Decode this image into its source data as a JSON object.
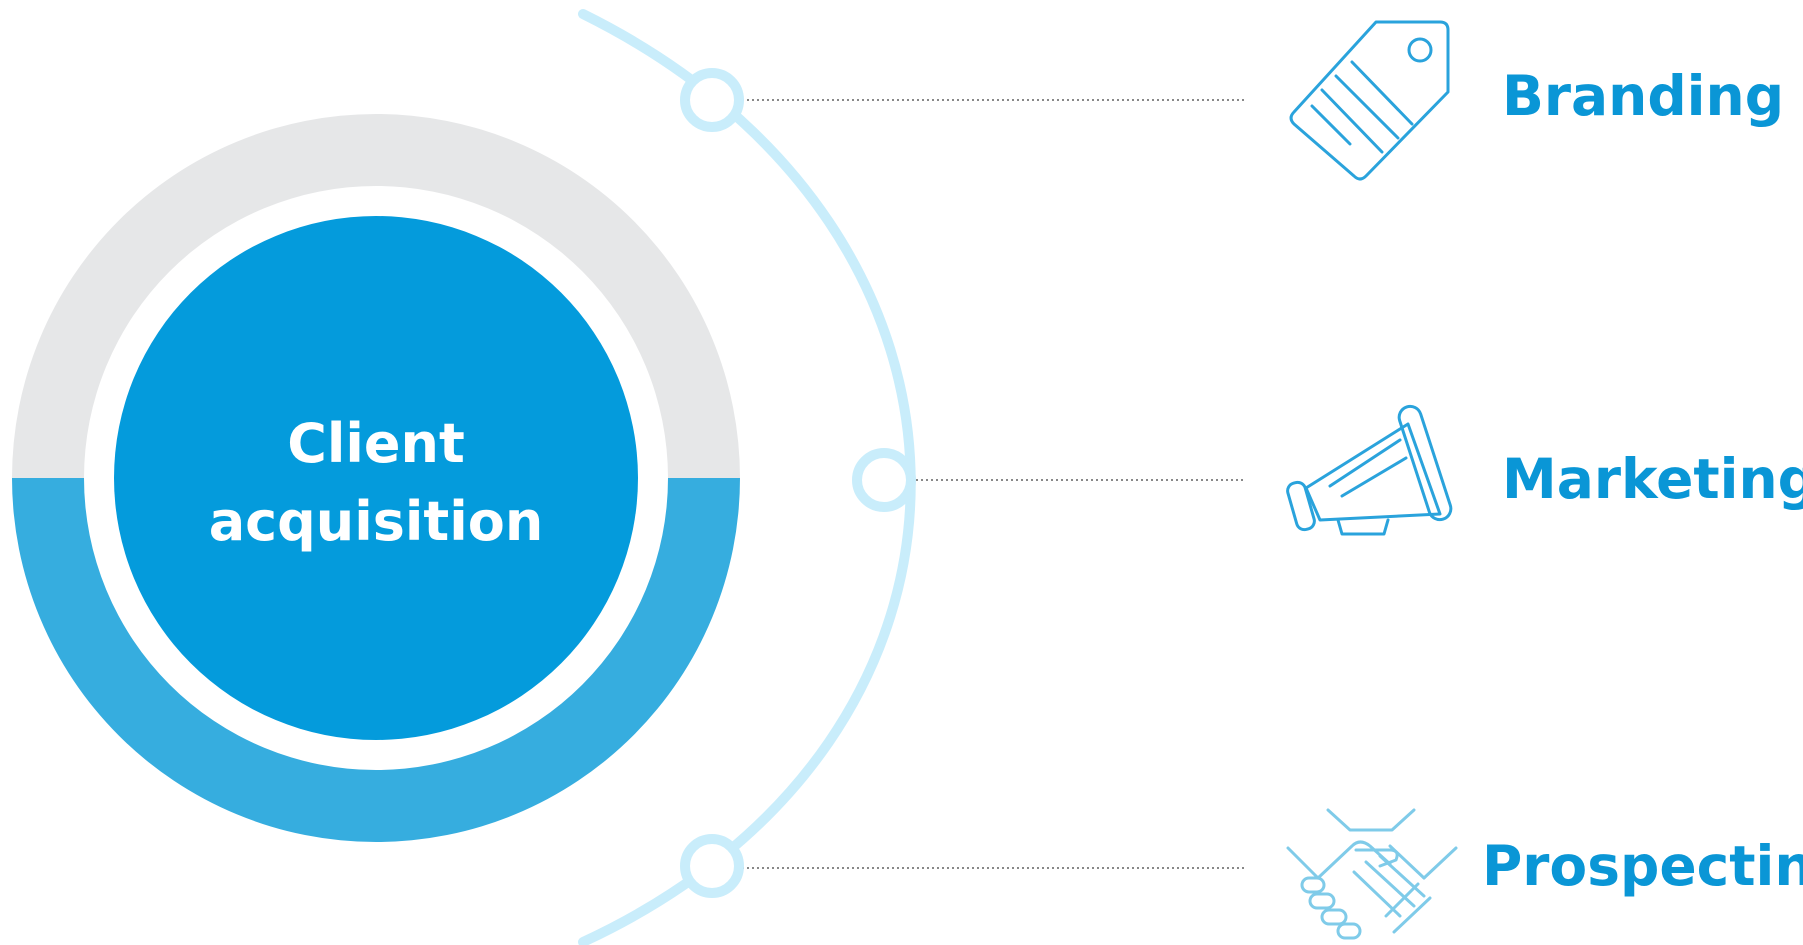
{
  "center": {
    "line1": "Client",
    "line2": "acquisition"
  },
  "items": [
    {
      "label": "Branding",
      "icon": "price-tag-icon"
    },
    {
      "label": "Marketing",
      "icon": "megaphone-icon"
    },
    {
      "label": "Prospecting",
      "icon": "handshake-icon"
    }
  ],
  "colors": {
    "inner_circle": "#049bdc",
    "ring_bottom": "#36addf",
    "ring_top": "#e6e7e8",
    "arc": "#c9edfb",
    "label": "#0a96d6",
    "icon_stroke": "#2aa3dc",
    "dotted_line": "#888888"
  }
}
